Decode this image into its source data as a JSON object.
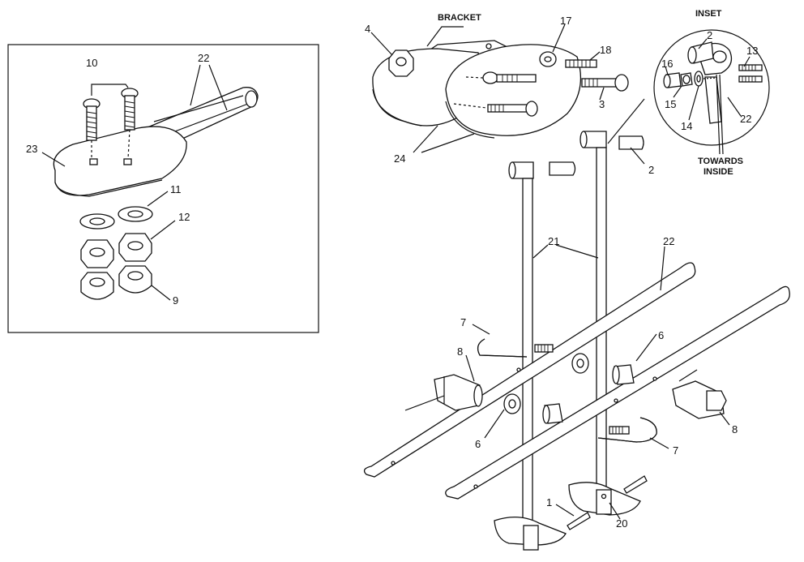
{
  "captions": {
    "bracket": "BRACKET",
    "inset": "INSET",
    "towards_1": "TOWARDS",
    "towards_2": "INSIDE"
  },
  "callouts": {
    "d10": "10",
    "d22": "22",
    "d23": "23",
    "d11": "11",
    "d12": "12",
    "d9": "9",
    "c4": "4",
    "c17": "17",
    "c18": "18",
    "c3": "3",
    "c24": "24",
    "i2": "2",
    "i16": "16",
    "i13": "13",
    "i15": "15",
    "i14": "14",
    "i22": "22",
    "m2": "2",
    "m21": "21",
    "m22": "22",
    "m7a": "7",
    "m8a": "8",
    "m6a": "6",
    "m6b": "6",
    "m8b": "8",
    "m7b": "7",
    "m1": "1",
    "m20": "20"
  }
}
